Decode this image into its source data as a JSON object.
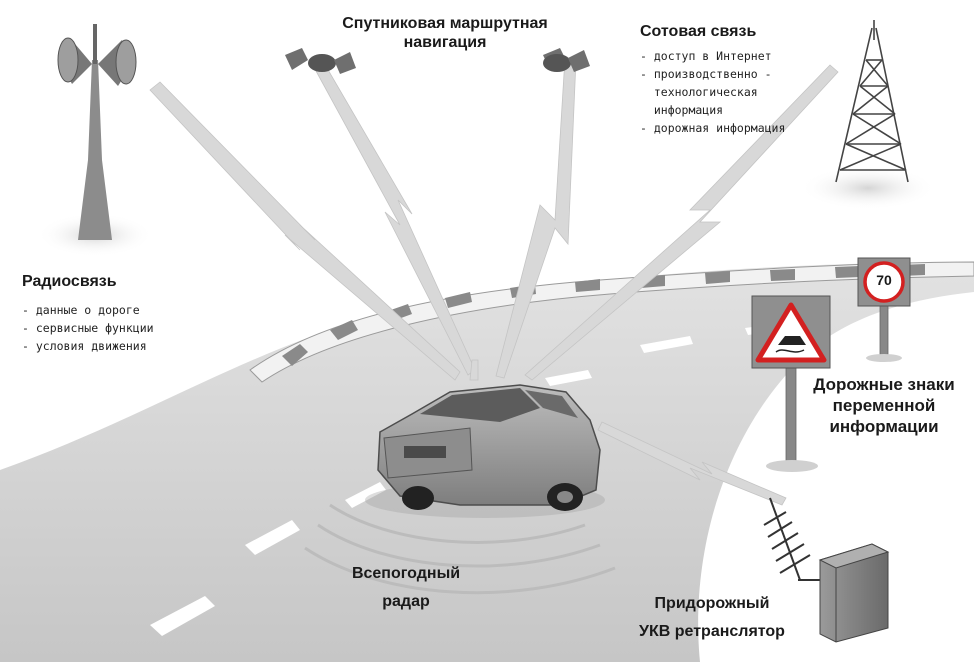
{
  "satellite": {
    "title_line1": "Спутниковая маршрутная",
    "title_line2": "навигация"
  },
  "cellular": {
    "title": "Сотовая связь",
    "items": [
      "- доступ в Интернет",
      "- производственно -",
      "  технологическая",
      "  информация",
      "- дорожная информация"
    ]
  },
  "radio": {
    "title": "Радиосвязь",
    "items": [
      "- данные о дороге",
      "- сервисные функции",
      "- условия движения"
    ]
  },
  "signs": {
    "line1": "Дорожные знаки",
    "line2": "переменной",
    "line3": "информации",
    "speed_limit": "70"
  },
  "radar": {
    "line1": "Всепогодный",
    "line2": "радар"
  },
  "repeater": {
    "line1": "Придорожный",
    "line2": "УКВ ретранслятор"
  },
  "colors": {
    "road": "#cfcfcf",
    "signal": "#d6d6d6",
    "sign_red": "#d32020",
    "text": "#1a1a1a"
  }
}
